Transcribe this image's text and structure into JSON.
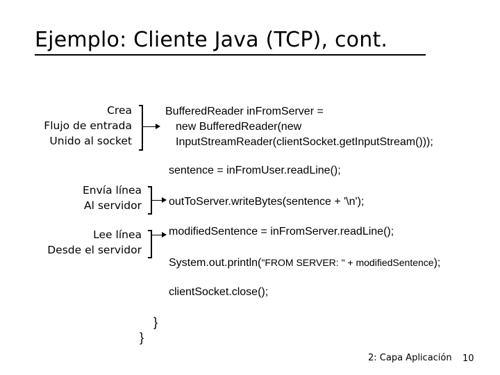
{
  "slide": {
    "title": "Ejemplo: Cliente Java (TCP), cont.",
    "annotations": {
      "crea": [
        "Crea",
        "Flujo de entrada",
        "Unido al socket"
      ],
      "envia": [
        "Envía línea",
        "Al servidor"
      ],
      "lee": [
        "Lee línea",
        "Desde el servidor"
      ]
    },
    "code": {
      "line1": "BufferedReader inFromServer =",
      "line2": "new BufferedReader(new",
      "line3": "InputStreamReader(clientSocket.getInputStream()));",
      "line4": "sentence = inFromUser.readLine();",
      "line5": "outToServer.writeBytes(sentence + '\\n');",
      "line6": "modifiedSentence = inFromServer.readLine();",
      "line7_a": "System.out.println(",
      "line7_b": "\"FROM SERVER: \" + modifiedSentence",
      "line7_c": ");",
      "line8": "clientSocket.close();",
      "brace_inner": "}",
      "brace_outer": "}"
    },
    "footer": {
      "chapter": "2: Capa Aplicación",
      "page_number": "10"
    }
  }
}
